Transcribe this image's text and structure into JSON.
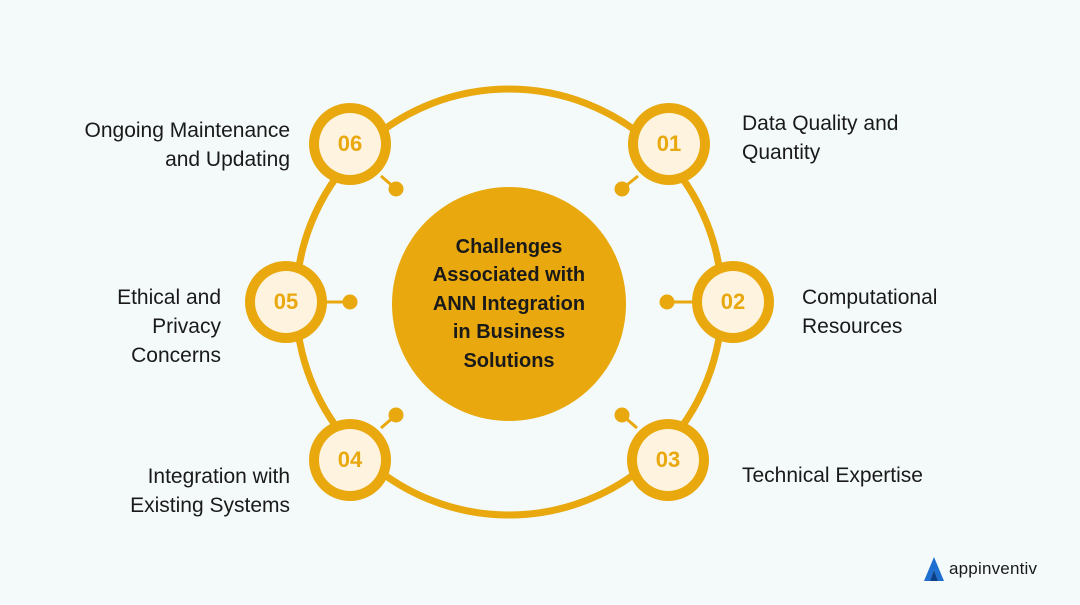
{
  "colors": {
    "accent": "#e8a80e",
    "node_fill": "#fdf3de",
    "background": "#f3faf9",
    "text": "#1a1a1a",
    "logo_blue": "#1f6fd0"
  },
  "hub": {
    "title": "Challenges\nAssociated with\nANN Integration\nin Business\nSolutions"
  },
  "nodes": [
    {
      "number": "01",
      "label": "Data Quality and\nQuantity"
    },
    {
      "number": "02",
      "label": "Computational\nResources"
    },
    {
      "number": "03",
      "label": "Technical Expertise"
    },
    {
      "number": "04",
      "label": "Integration with\nExisting Systems"
    },
    {
      "number": "05",
      "label": "Ethical and\nPrivacy\nConcerns"
    },
    {
      "number": "06",
      "label": "Ongoing Maintenance\nand Updating"
    }
  ],
  "brand": {
    "name": "appinventiv",
    "icon": "appinventiv-logo-icon"
  }
}
